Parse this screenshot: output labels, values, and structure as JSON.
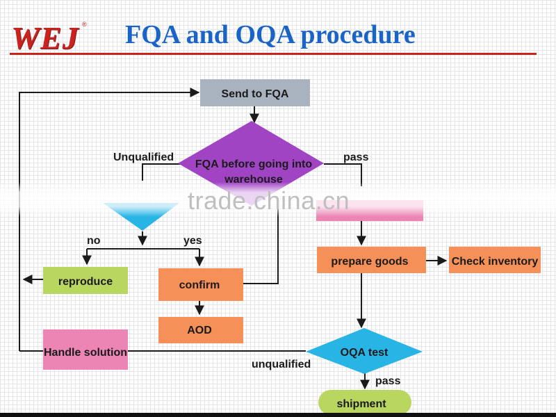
{
  "header": {
    "logo": "WEJ",
    "logo_mark": "®",
    "title": "FQA and OQA procedure"
  },
  "watermark": "trade.china.cn",
  "colors": {
    "title_blue": "#1a64c8",
    "logo_red": "#c8231e",
    "gray_node": "#a9b2bf",
    "purple_node": "#a044c4",
    "cyan_node": "#29b4e6",
    "pink_node": "#ec84b4",
    "orange_node": "#f59058",
    "green_node": "#b9d660",
    "line": "#1a1a1a"
  },
  "nodes": {
    "send_to_fqa": "Send to FQA",
    "fqa_check": "FQA before going into warehouse",
    "reproduce": "reproduce",
    "confirm": "confirm",
    "aod": "AOD",
    "handle_solution": "Handle solution",
    "prepare_goods": "prepare goods",
    "check_inventory": "Check inventory",
    "oqa_test": "OQA test",
    "shipment": "shipment"
  },
  "edge_labels": {
    "unqualified": "Unqualified",
    "pass": "pass",
    "no": "no",
    "yes": "yes",
    "unqualified_oqa": "unqualified",
    "pass_oqa": "pass"
  }
}
